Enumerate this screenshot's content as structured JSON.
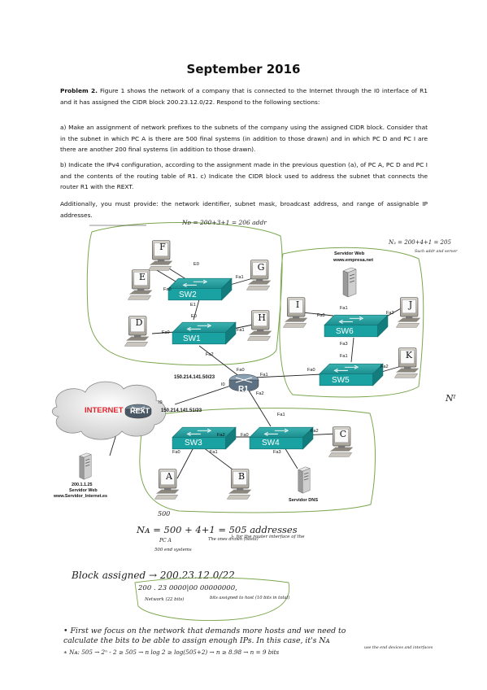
{
  "title": "September 2016",
  "problem_label": "Problem 2.",
  "problem_text": "Figure 1 shows the network of a company that is connected to the Internet through the I0 interface of R1 and it has assigned the CIDR block 200.23.12.0/22. Respond to the following sections:",
  "part_a": "a) Make an assignment of network prefixes to the subnets of the company using the assigned CIDR block. Consider that in the subnet in which PC A is there are 500 final systems (in addition to those drawn) and in which PC D and PC I are there are another 200 final systems (in addition to those drawn).",
  "part_b": "b) Indicate the IPv4 configuration, according to the assignment made in the previous question (a), of PC A, PC D and PC I and the contents of the routing table of R1. c) Indicate the CIDR block used to address the subnet that connects the router R1 with the REXT.",
  "additional": "Additionally, you must provide: the network identifier, subnet mask, broadcast address, and range of assignable IP addresses.",
  "diagram": {
    "switches": {
      "sw1": "SW1",
      "sw2": "SW2",
      "sw3": "SW3",
      "sw4": "SW4",
      "sw5": "SW5",
      "sw6": "SW6"
    },
    "router": "R1",
    "rext": "REXT",
    "internet": "INTERNET",
    "pcs": {
      "a": "A",
      "b": "B",
      "c": "C",
      "d": "D",
      "e": "E",
      "f": "F",
      "g": "G",
      "h": "H",
      "i": "I",
      "j": "J",
      "k": "K"
    },
    "ports": {
      "e0": "E0",
      "e1": "E1",
      "fa0": "Fa0",
      "fa1": "Fa1",
      "fa2": "Fa2",
      "fa3": "Fa3",
      "i0": "I0",
      "i9": "I9"
    },
    "ip_r1_i0": "150.214.141.50/23",
    "ip_rext": "150.214.141.51/23",
    "web_label": "Servidor Web",
    "web_url": "www.empresa.net",
    "ext_ip": "200.1.1.25",
    "ext_web": "Servidor Web",
    "ext_url": "www.Servidor_Internet.es",
    "dns": "Servidor DNS"
  },
  "handwriting": {
    "nd": "Nᴅ = 200+3+1 = 206 addr",
    "n2": "N₂ = 200+4+1 = 205",
    "n2_note": "Such addr and server",
    "ni": "Nᴵ",
    "n500": "500",
    "na_eq": "Nᴀ = 500 + 4+1 = 505 addresses",
    "na_pc": "PC A",
    "na_500": "500 end systems",
    "na_ones": "The ones drawn (hosts)",
    "na_for": "↳ for the router interface of the",
    "block": "Block assigned → 200.23.12.0/22",
    "binary": "200 . 23 0000|00 00000000,",
    "network": "Network (22 bits)",
    "hostbits": "bits assigned to host (10 bits in total)",
    "bullet1a": "• First we focus on the network that demands more hosts and we need to",
    "bullet1b": "calculate the bits to be able to assign enough IPs. In this case, it's Nᴀ",
    "bullet1c": "use the end devices and interfaces",
    "bullet2": "∗ Nᴀ: 505 → 2ⁿ - 2 ≥ 505 → n log 2 ≥ log(505+2) → n ≥ 8.98 → n = 9 bits"
  }
}
